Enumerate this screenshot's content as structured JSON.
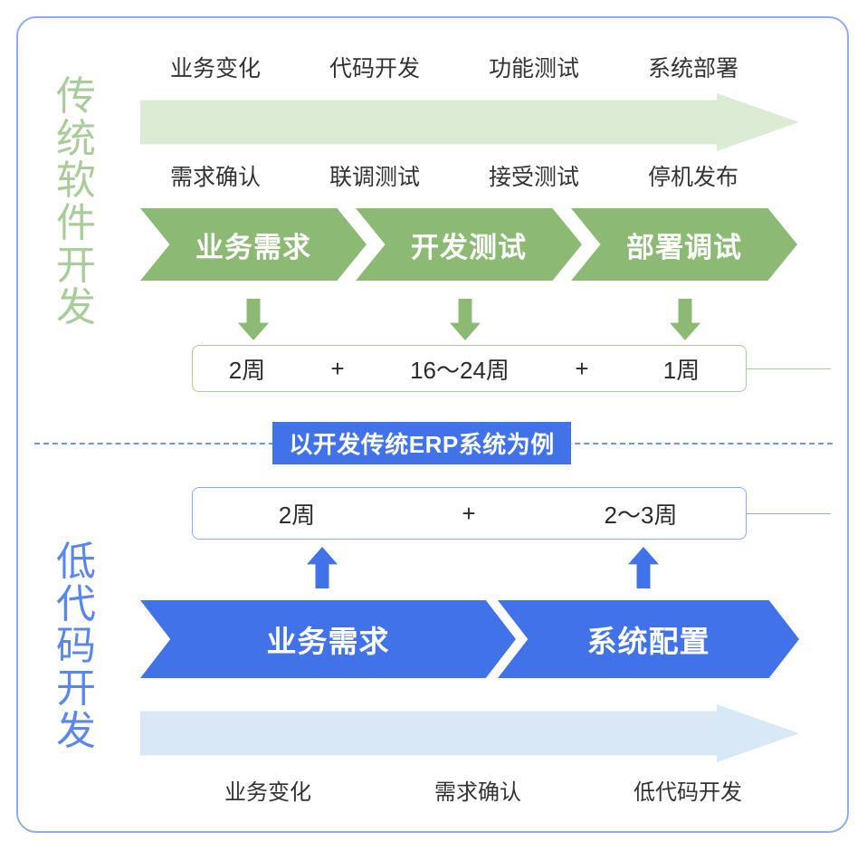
{
  "diagram": {
    "title_traditional": "传统软件开发",
    "title_lowcode": "低代码开发",
    "center_badge": "以开发传统ERP系统为例",
    "colors": {
      "frame_border": "#8fabf0",
      "green_dark": "#8cba74",
      "green_light": "#dcebd3",
      "green_label": "#a9cc9a",
      "blue_dark": "#4272e8",
      "blue_light": "#d9e8f7",
      "blue_label": "#5b87ea",
      "text": "#333333"
    }
  },
  "traditional": {
    "top_phases": [
      "业务变化",
      "代码开发",
      "功能测试",
      "系统部署"
    ],
    "second_phases": [
      "需求确认",
      "联调测试",
      "接受测试",
      "停机发布"
    ],
    "stages": [
      "业务需求",
      "开发测试",
      "部署调试"
    ],
    "duration_cells": [
      "2周",
      "+",
      "16～24周",
      "+",
      "1周"
    ],
    "durations": [
      "2周",
      "16～24周",
      "1周"
    ],
    "operators": [
      "+",
      "+"
    ]
  },
  "lowcode": {
    "stages": [
      "业务需求",
      "系统配置"
    ],
    "duration_cells": [
      "2周",
      "+",
      "2～3周"
    ],
    "durations": [
      "2周",
      "2～3周"
    ],
    "operators": [
      "+"
    ],
    "bottom_phases": [
      "业务变化",
      "需求确认",
      "低代码开发"
    ]
  }
}
